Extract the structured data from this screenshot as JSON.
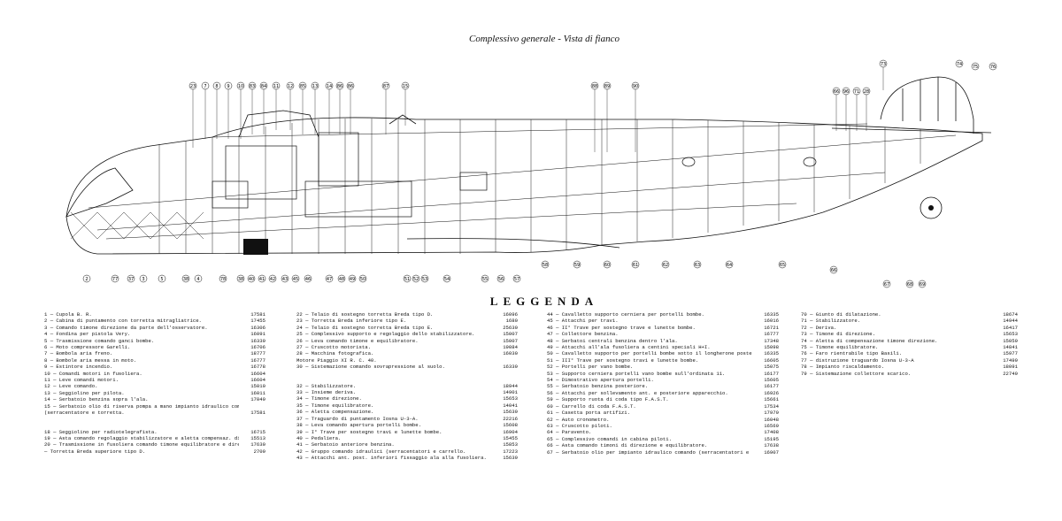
{
  "title": "Complessivo generale - Vista di fianco",
  "legend_title": "LEGGENDA",
  "callouts_top": [
    "23",
    "7",
    "8",
    "9",
    "10",
    "83",
    "84",
    "11",
    "12",
    "85",
    "13",
    "14",
    "86",
    "86",
    "87",
    "15",
    "88",
    "89",
    "90",
    "66",
    "96",
    "71",
    "28",
    "73",
    "74",
    "75",
    "76"
  ],
  "callouts_bottom": [
    "2",
    "77",
    "37",
    "3",
    "5",
    "38",
    "4",
    "78",
    "38",
    "40",
    "41",
    "42",
    "43",
    "45",
    "46",
    "47",
    "48",
    "49",
    "50",
    "51",
    "52",
    "53",
    "54",
    "55",
    "56",
    "57",
    "58",
    "59",
    "60",
    "61",
    "62",
    "63",
    "64",
    "65",
    "66",
    "67",
    "68",
    "69"
  ],
  "legend": {
    "col1": [
      {
        "t": "1 — Cupola B. R.",
        "c": "17581"
      },
      {
        "t": "2 — Cabina di puntamento con torretta mitragliatrice.",
        "c": "17455"
      },
      {
        "t": "3 — Comando timone direzione da parte dell'osservatore.",
        "c": "16306"
      },
      {
        "t": "4 — Fondina per pistola Very.",
        "c": "16091"
      },
      {
        "t": "5 — Trasmissione comando ganci bombe.",
        "c": "16339"
      },
      {
        "t": "6 — Moto compressore Garelli.",
        "c": "16706"
      },
      {
        "t": "7 — Bombola aria freno.",
        "c": "18777"
      },
      {
        "t": "8 — Bombole aria messa in moto.",
        "c": "16777"
      },
      {
        "t": "9 — Estintore incendio.",
        "c": "16778"
      },
      {
        "t": "10 — Comandi motori in fusoliera.",
        "c": "16604"
      },
      {
        "t": "11 — Leve comandi motori.",
        "c": "16604"
      },
      {
        "t": "12 — Leve comando.",
        "c": "15010"
      },
      {
        "t": "13 — Seggiolino per pilota.",
        "c": "16011"
      },
      {
        "t": "14 — Serbatoio benzina sopra l'ala.",
        "c": "17049"
      },
      {
        "t": "15 — Serbatoio olio di riserva pompa a mano impianto idraulico comando carrello.",
        "c": ""
      },
      {
        "t": "     (serracentatore e torretta.",
        "c": "17581"
      },
      {
        "gap": true
      },
      {
        "t": "18 — Seggiolino per radiotelegrafista.",
        "c": "16715"
      },
      {
        "t": "19 — Asta comando regolaggio stabilizzatore e aletta compensaz. direz.",
        "c": "15513"
      },
      {
        "t": "20 — Trasmissione in fusoliera comando timone equilibratore e direz.",
        "c": "17630"
      },
      {
        "t": "   — Torretta Breda superiore tipo D.",
        "c": "2709"
      }
    ],
    "col2": [
      {
        "t": "22 — Telaio di sostegno torretta Breda tipo D.",
        "c": "16096"
      },
      {
        "t": "23 — Torretta Breda inferiore tipo E.",
        "c": "1680"
      },
      {
        "t": "24 — Telaio di sostegno torretta Breda tipo E.",
        "c": "25630"
      },
      {
        "t": "25 — Complessivo supporto e regolaggio dello stabilizzatore.",
        "c": "15007"
      },
      {
        "t": "26 — Leva comando timone e equilibratore.",
        "c": "15007"
      },
      {
        "t": "27 — Cruscotto motorista.",
        "c": "19084"
      },
      {
        "t": "28 — Macchina fotografica.",
        "c": "16030"
      },
      {
        "t": "      Motore Piaggio XI R. C. 40.",
        "c": ""
      },
      {
        "t": "30 — Sistemazione comando sovrapressione al suolo.",
        "c": "16339"
      },
      {
        "gap": true
      },
      {
        "t": "32 — Stabilizzatore.",
        "c": "18944"
      },
      {
        "t": "33 — Insieme deriva.",
        "c": "14901"
      },
      {
        "t": "34 — Timone direzione.",
        "c": "15653"
      },
      {
        "t": "35 — Timone equilibratore.",
        "c": "14041"
      },
      {
        "t": "36 — Aletta compensazione.",
        "c": "15639"
      },
      {
        "t": "37 — Traguardo di puntamento Iosna U-3-A.",
        "c": "22216"
      },
      {
        "t": "38 — Leva comando apertura portelli bombe.",
        "c": "15608"
      },
      {
        "t": "39 — I° Trave per sostegno travi e lunette bombe.",
        "c": "16904"
      },
      {
        "t": "40 — Pedaliera.",
        "c": "15455"
      },
      {
        "t": "41 — Serbatoio anteriore benzina.",
        "c": "15853"
      },
      {
        "t": "42 — Gruppo comando idraulici (serracentatori e carrello.",
        "c": "17223"
      },
      {
        "t": "43 — Attacchi ant. post. inferiori fissaggio ala alla fusoliera.",
        "c": "15639"
      }
    ],
    "col3": [
      {
        "t": "44 — Cavalletto supporto cerniera per portelli bombe.",
        "c": "16335"
      },
      {
        "t": "45 — Attacchi per travi.",
        "c": "16016"
      },
      {
        "t": "46 — II° Trave per sostegno trave e lunette bombe.",
        "c": "16721"
      },
      {
        "t": "47 — Collettore benzina.",
        "c": "16777"
      },
      {
        "t": "48 — Serbatoi centrali benzina dentro l'ala.",
        "c": "17348"
      },
      {
        "t": "49 — Attacchi all'ala fusoliera a centini speciali H+I.",
        "c": "15098"
      },
      {
        "t": "50 — Cavalletto supporto per portelli bombe sotto il longherone posteriore.",
        "c": "16335"
      },
      {
        "t": "51 — III° Trave per sostegno travi e lunette bombe.",
        "c": "16605"
      },
      {
        "t": "52 — Portelli per vano bombe.",
        "c": "15075"
      },
      {
        "t": "53 — Supporto cerniera portelli vano bombe sull'ordinata 11.",
        "c": "16177"
      },
      {
        "t": "54 — Dimostrativo apertura portelli.",
        "c": "15605"
      },
      {
        "t": "55 — Serbatoio benzina posteriore.",
        "c": "16177"
      },
      {
        "t": "56 — Attacchi per sollevamento ant. e posteriore apparecchio.",
        "c": "16926"
      },
      {
        "t": "59 — Supporto ruota di coda tipo F.A.S.T.",
        "c": "15661"
      },
      {
        "t": "60 — Carrello di coda F.A.S.T.",
        "c": "17534"
      },
      {
        "t": "61 — Casetta porta artifizi.",
        "c": "17979"
      },
      {
        "t": "62 — Auto cronometro.",
        "c": "16048"
      },
      {
        "t": "63 — Cruscotto piloti.",
        "c": "16569"
      },
      {
        "t": "64 — Paravento.",
        "c": "17408"
      },
      {
        "t": "65 — Complessivo comandi in cabina piloti.",
        "c": "15195"
      },
      {
        "t": "66 — Asta comando timoni di direzione e equilibratore.",
        "c": "17638"
      },
      {
        "t": "67 — Serbatoio olio per impianto idraulico comando (serracentatori e torretta.",
        "c": "16907"
      }
    ],
    "col4": [
      {
        "t": "70 — Giunto di dilatazione.",
        "c": "18674"
      },
      {
        "t": "71 — Stabilizzatore.",
        "c": "14944"
      },
      {
        "t": "72 — Deriva.",
        "c": "16417"
      },
      {
        "t": "73 — Timone di direzione.",
        "c": "15653"
      },
      {
        "t": "74 — Aletta di compensazione timone direzione.",
        "c": "15059"
      },
      {
        "t": "75 — Timone equilibratore.",
        "c": "14841"
      },
      {
        "t": "76 — Faro rientrabile tipo Basili.",
        "c": "15977"
      },
      {
        "t": "77 — distruzione traguardo Iosna U-3-A",
        "c": "17499"
      },
      {
        "t": "78 — Impianto riscaldamento.",
        "c": "18091"
      },
      {
        "t": "79 — Sistemazione collettore scarico.",
        "c": "22749"
      }
    ]
  }
}
